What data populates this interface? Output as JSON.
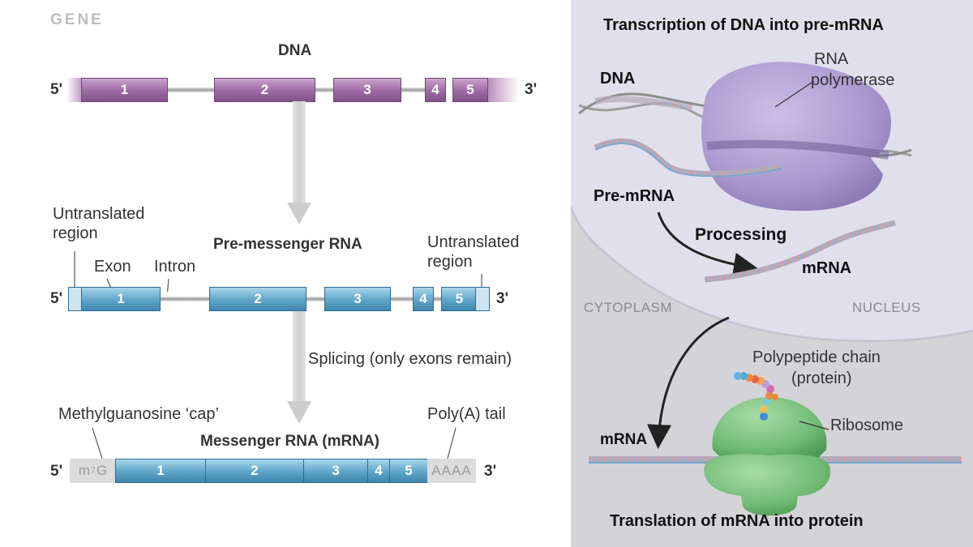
{
  "gene_section": {
    "tag": "GENE",
    "dna": {
      "title": "DNA",
      "end_left": "5'",
      "end_right": "3'",
      "exons": [
        "1",
        "2",
        "3",
        "4",
        "5"
      ]
    },
    "pre_mrna": {
      "title": "Pre-messenger RNA",
      "end_left": "5'",
      "end_right": "3'",
      "exons": [
        "1",
        "2",
        "3",
        "4",
        "5"
      ],
      "utr_left_label": "Untranslated region",
      "utr_right_label": "Untranslated region",
      "exon_label": "Exon",
      "intron_label": "Intron"
    },
    "splicing_label": "Splicing (only exons remain)",
    "mrna": {
      "title": "Messenger RNA (mRNA)",
      "end_left": "5'",
      "end_right": "3'",
      "exons": [
        "1",
        "2",
        "3",
        "4",
        "5"
      ],
      "cap_label": "Methylguanosine ‘cap’",
      "cap_text": "m",
      "cap_sup": "7",
      "cap_tail": "G",
      "tail_label": "Poly(A) tail",
      "tail_text": "AAAA"
    }
  },
  "cell_panel": {
    "transcription_title": "Transcription of DNA into pre-mRNA",
    "dna_label": "DNA",
    "polymerase_label_1": "RNA",
    "polymerase_label_2": "polymerase",
    "pre_mrna_label": "Pre-mRNA",
    "processing_label": "Processing",
    "mrna_nucleus_label": "mRNA",
    "cytoplasm_label": "CYTOPLASM",
    "nucleus_label": "NUCLEUS",
    "polypeptide_label_1": "Polypeptide chain",
    "polypeptide_label_2": "(protein)",
    "ribosome_label": "Ribosome",
    "mrna_cytoplasm_label": "mRNA",
    "translation_title": "Translation of mRNA into protein"
  }
}
